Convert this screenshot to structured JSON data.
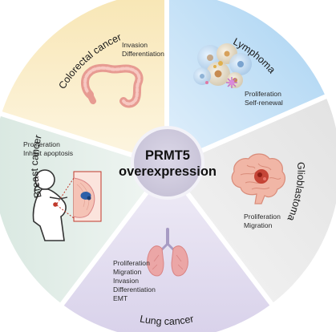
{
  "center": {
    "line1": "PRMT5",
    "line2": "overexpression"
  },
  "segments": [
    {
      "id": "colorectal",
      "name": "Colorectal cancer",
      "effects": [
        "Invasion",
        "Differentiation"
      ],
      "color": "#fbf1d4"
    },
    {
      "id": "lymphoma",
      "name": "Lymphoma",
      "effects": [
        "Proliferation",
        "Self-renewal"
      ],
      "color": "#cfe6f8"
    },
    {
      "id": "glioblastoma",
      "name": "Glioblastoma",
      "effects": [
        "Proliferation",
        "Migration"
      ],
      "color": "#ededed"
    },
    {
      "id": "lung",
      "name": "Lung cancer",
      "effects": [
        "Proliferation",
        "Migration",
        "Invasion",
        "Differentiation",
        "EMT"
      ],
      "color": "#e6e2f1"
    },
    {
      "id": "breast",
      "name": "Breast cancer",
      "effects": [
        "Proliferation",
        "Inhibit apoptosis"
      ],
      "color": "#e7f0ec"
    }
  ],
  "colors": {
    "center_fill": "#d4d0e0",
    "center_ring": "#f3f2f8",
    "divider": "#ffffff",
    "tumor": "#c0392b",
    "tissue": "#e8a6a0"
  },
  "icons": [
    "colon-icon",
    "cell-cluster-icon",
    "brain-icon",
    "lungs-icon",
    "breast-figure-icon",
    "breast-closeup-icon"
  ]
}
